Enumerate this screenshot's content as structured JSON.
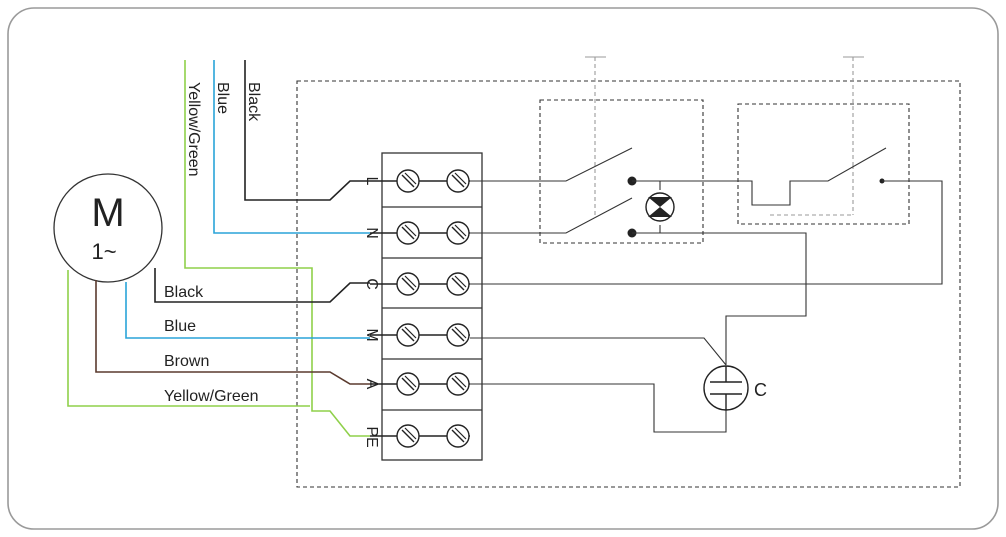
{
  "colors": {
    "black": "#222222",
    "blue": "#2aa4d8",
    "brown": "#5a3a2e",
    "yellow_green": "#8fd04a",
    "frame": "#9a9a9a"
  },
  "motor": {
    "symbol": "M",
    "phase": "1~"
  },
  "top_wire_labels": {
    "yellow_green": "Yellow/Green",
    "blue": "Blue",
    "black": "Black"
  },
  "motor_wire_labels": {
    "black": "Black",
    "blue": "Blue",
    "brown": "Brown",
    "yellow_green": "Yellow/Green"
  },
  "terminals": [
    "L",
    "N",
    "C",
    "M",
    "A",
    "PE"
  ],
  "capacitor": {
    "label": "C"
  }
}
